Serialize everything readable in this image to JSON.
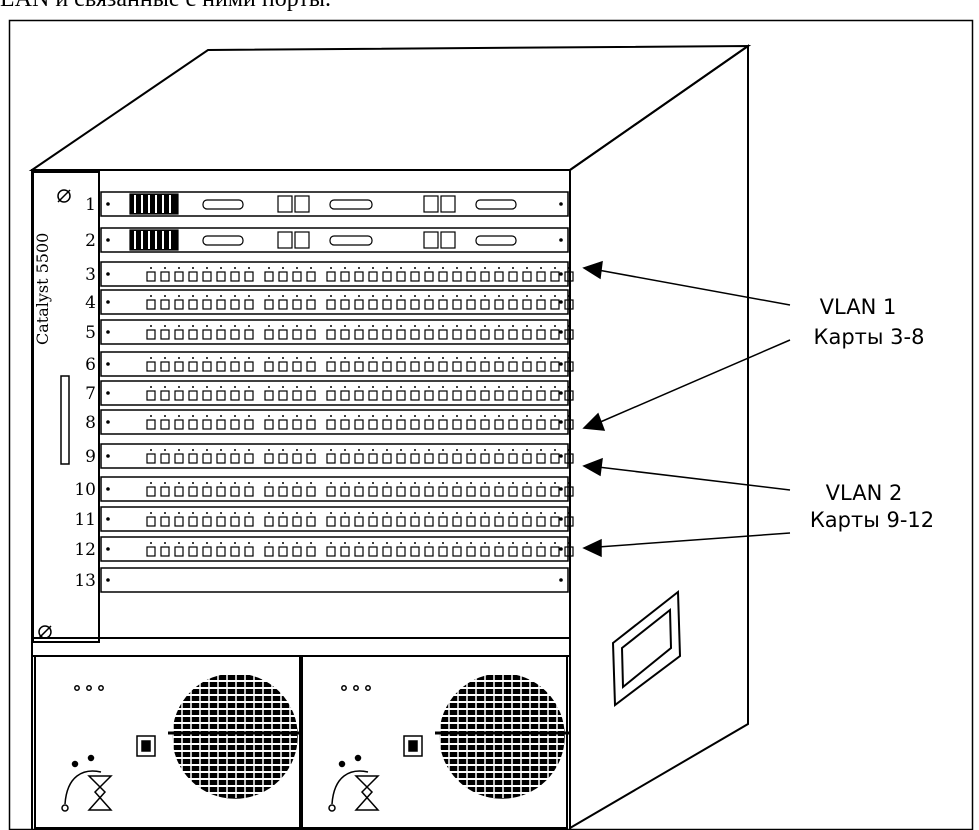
{
  "caption": "LAN и связанные с ними порты.",
  "chassis": {
    "model_label": "Catalyst 5500",
    "slots": [
      {
        "label": "1"
      },
      {
        "label": "2"
      },
      {
        "label": "3"
      },
      {
        "label": "4"
      },
      {
        "label": "5"
      },
      {
        "label": "6"
      },
      {
        "label": "7"
      },
      {
        "label": "8"
      },
      {
        "label": "9"
      },
      {
        "label": "10"
      },
      {
        "label": "11"
      },
      {
        "label": "12"
      },
      {
        "label": "13"
      }
    ]
  },
  "annotations": [
    {
      "name": "VLAN 1",
      "cards": "Карты 3-8"
    },
    {
      "name": "VLAN 2",
      "cards": "Карты 9-12"
    }
  ],
  "colors": {
    "line": "#000000",
    "background": "#ffffff"
  }
}
